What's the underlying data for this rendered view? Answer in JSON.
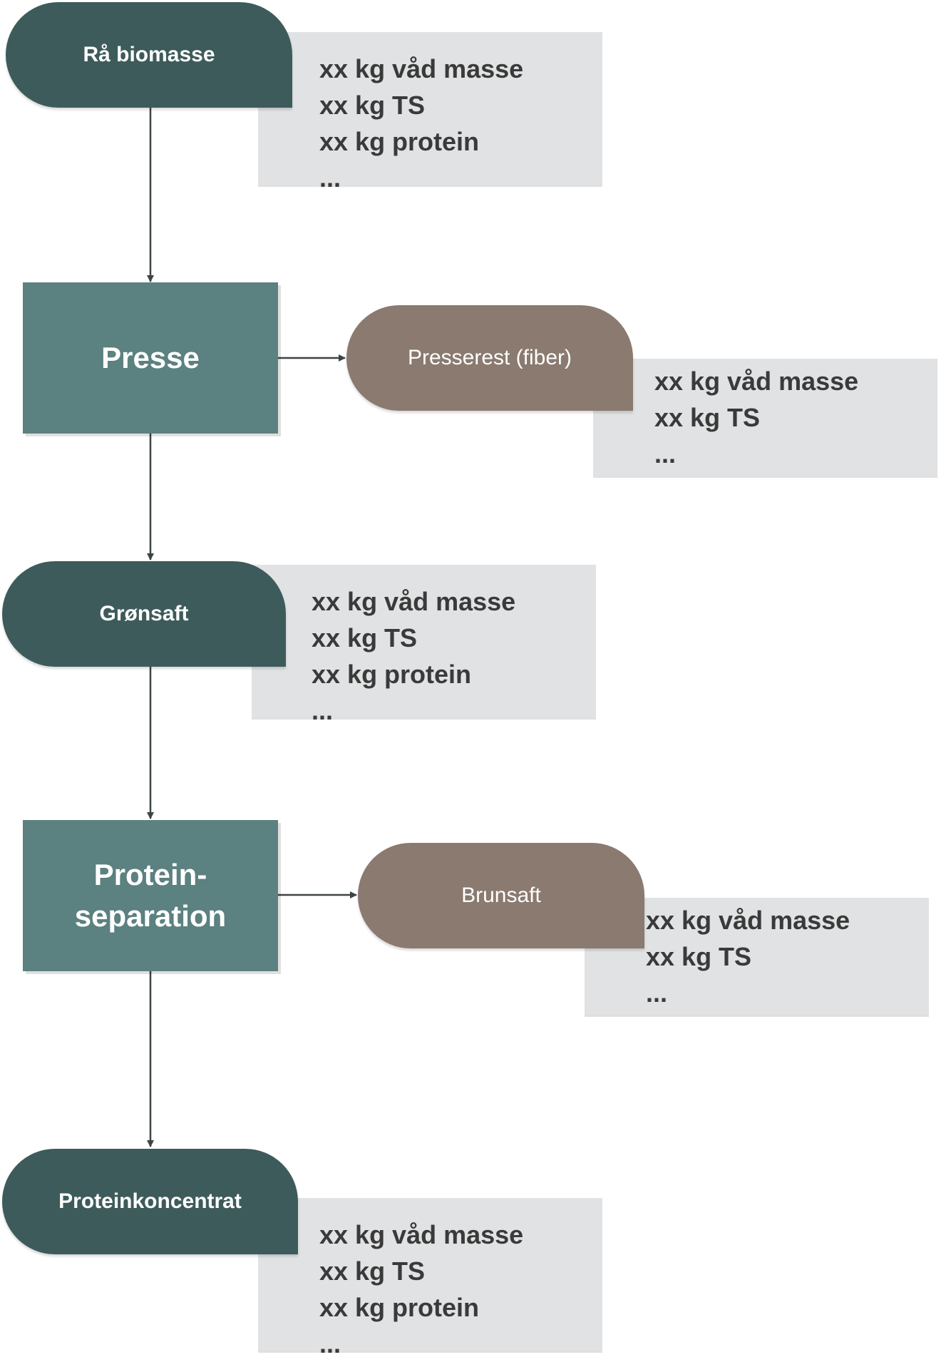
{
  "nodes": {
    "raa_biomasse": {
      "label": "Rå biomasse",
      "info": [
        "xx kg våd masse",
        "xx kg TS",
        "xx kg protein",
        "..."
      ]
    },
    "presse": {
      "label": "Presse"
    },
    "presserest": {
      "label": "Presserest (fiber)",
      "info": [
        "xx kg våd masse",
        "xx kg TS",
        "..."
      ]
    },
    "groensaft": {
      "label": "Grønsaft",
      "info": [
        "xx kg våd masse",
        "xx kg TS",
        "xx kg protein",
        "..."
      ]
    },
    "proteinseparation": {
      "label_line1": "Protein-",
      "label_line2": "separation"
    },
    "brunsaft": {
      "label": "Brunsaft",
      "info": [
        "xx kg våd masse",
        "xx kg TS",
        "..."
      ]
    },
    "proteinkoncentrat": {
      "label": "Proteinkoncentrat",
      "info": [
        "xx kg våd masse",
        "xx kg TS",
        "xx kg protein",
        "..."
      ]
    }
  },
  "colors": {
    "terminal_dark": "#3e5b5b",
    "process": "#5b8180",
    "terminal_brown": "#8a7a6f",
    "info_box": "#e1e2e3",
    "connector": "#3d4444"
  }
}
